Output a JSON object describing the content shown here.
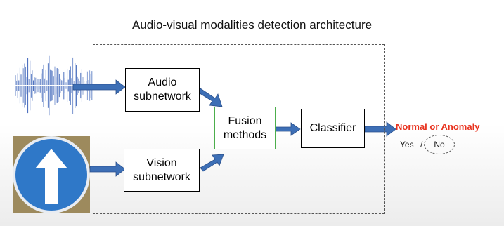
{
  "title": "Audio-visual modalities detection architecture",
  "blocks": {
    "audio": [
      "Audio",
      "subnetwork"
    ],
    "vision": [
      "Vision",
      "subnetwork"
    ],
    "fusion": [
      "Fusion",
      "methods"
    ],
    "classifier": [
      "Classifier"
    ]
  },
  "output": {
    "label": "Normal or Anomaly",
    "yes": "Yes",
    "slash": "/",
    "no": "No"
  },
  "colors": {
    "arrow": "#3d6fb6",
    "fusion_border": "#4cae4c",
    "output_text": "#e8321e",
    "waveform": "#3a62b8",
    "sign": "#2f78c8"
  }
}
